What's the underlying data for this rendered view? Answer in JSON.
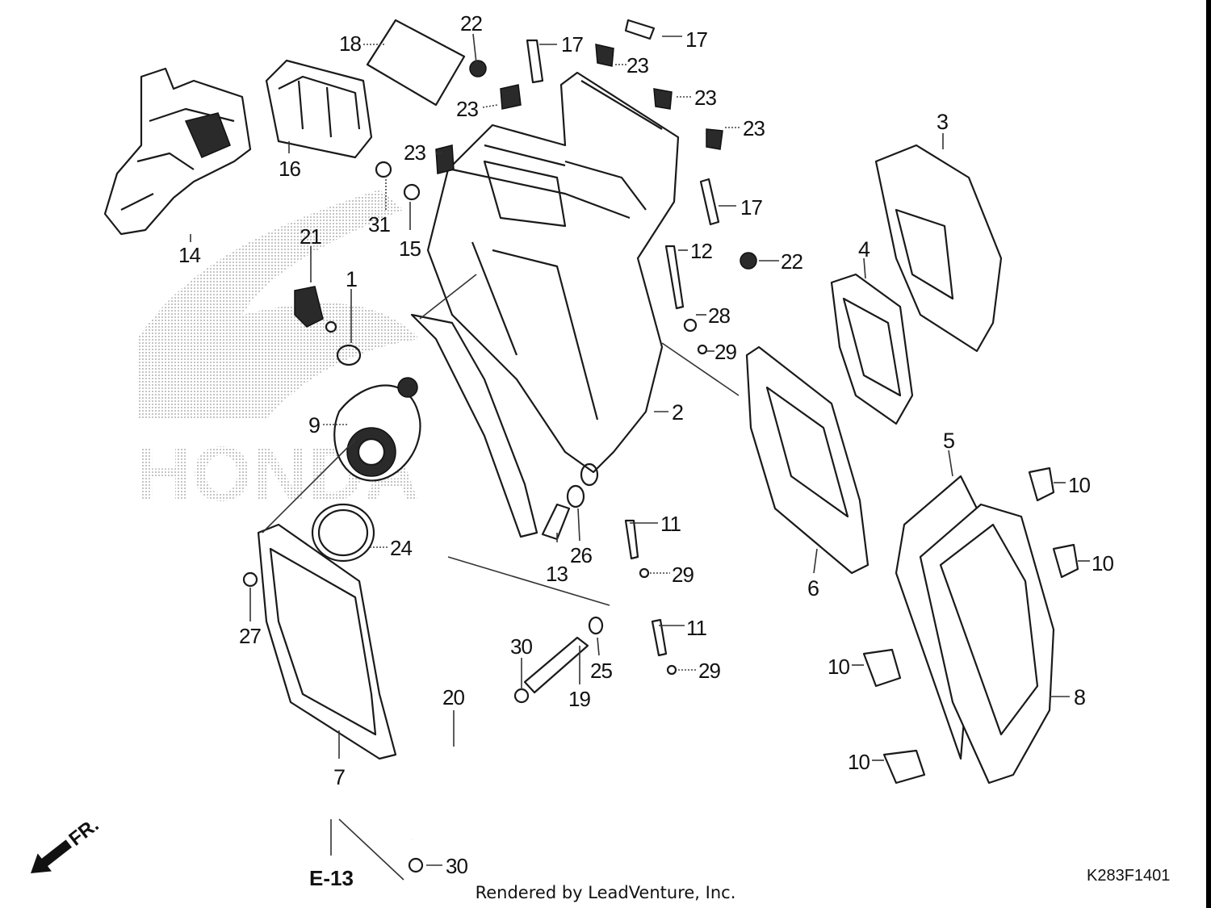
{
  "diagram": {
    "watermark_text": "HONDA",
    "drawing_code": "K283F1401",
    "ref_section": "E-13",
    "direction_label": "FR.",
    "credit": "Rendered by LeadVenture, Inc.",
    "line_color": "#1a1a1a",
    "callouts": [
      {
        "id": "c1",
        "label": "1"
      },
      {
        "id": "c2",
        "label": "2"
      },
      {
        "id": "c3",
        "label": "3"
      },
      {
        "id": "c4",
        "label": "4"
      },
      {
        "id": "c5",
        "label": "5"
      },
      {
        "id": "c6",
        "label": "6"
      },
      {
        "id": "c7",
        "label": "7"
      },
      {
        "id": "c8",
        "label": "8"
      },
      {
        "id": "c9",
        "label": "9"
      },
      {
        "id": "c10a",
        "label": "10"
      },
      {
        "id": "c10b",
        "label": "10"
      },
      {
        "id": "c10c",
        "label": "10"
      },
      {
        "id": "c10d",
        "label": "10"
      },
      {
        "id": "c11a",
        "label": "11"
      },
      {
        "id": "c11b",
        "label": "11"
      },
      {
        "id": "c12",
        "label": "12"
      },
      {
        "id": "c13",
        "label": "13"
      },
      {
        "id": "c14",
        "label": "14"
      },
      {
        "id": "c15",
        "label": "15"
      },
      {
        "id": "c16",
        "label": "16"
      },
      {
        "id": "c17a",
        "label": "17"
      },
      {
        "id": "c17b",
        "label": "17"
      },
      {
        "id": "c17c",
        "label": "17"
      },
      {
        "id": "c18",
        "label": "18"
      },
      {
        "id": "c19",
        "label": "19"
      },
      {
        "id": "c20",
        "label": "20"
      },
      {
        "id": "c21",
        "label": "21"
      },
      {
        "id": "c22a",
        "label": "22"
      },
      {
        "id": "c22b",
        "label": "22"
      },
      {
        "id": "c23a",
        "label": "23"
      },
      {
        "id": "c23b",
        "label": "23"
      },
      {
        "id": "c23c",
        "label": "23"
      },
      {
        "id": "c23d",
        "label": "23"
      },
      {
        "id": "c23e",
        "label": "23"
      },
      {
        "id": "c24",
        "label": "24"
      },
      {
        "id": "c25",
        "label": "25"
      },
      {
        "id": "c26",
        "label": "26"
      },
      {
        "id": "c27",
        "label": "27"
      },
      {
        "id": "c28",
        "label": "28"
      },
      {
        "id": "c29a",
        "label": "29"
      },
      {
        "id": "c29b",
        "label": "29"
      },
      {
        "id": "c29c",
        "label": "29"
      },
      {
        "id": "c30a",
        "label": "30"
      },
      {
        "id": "c30b",
        "label": "30"
      },
      {
        "id": "c31",
        "label": "31"
      }
    ]
  }
}
